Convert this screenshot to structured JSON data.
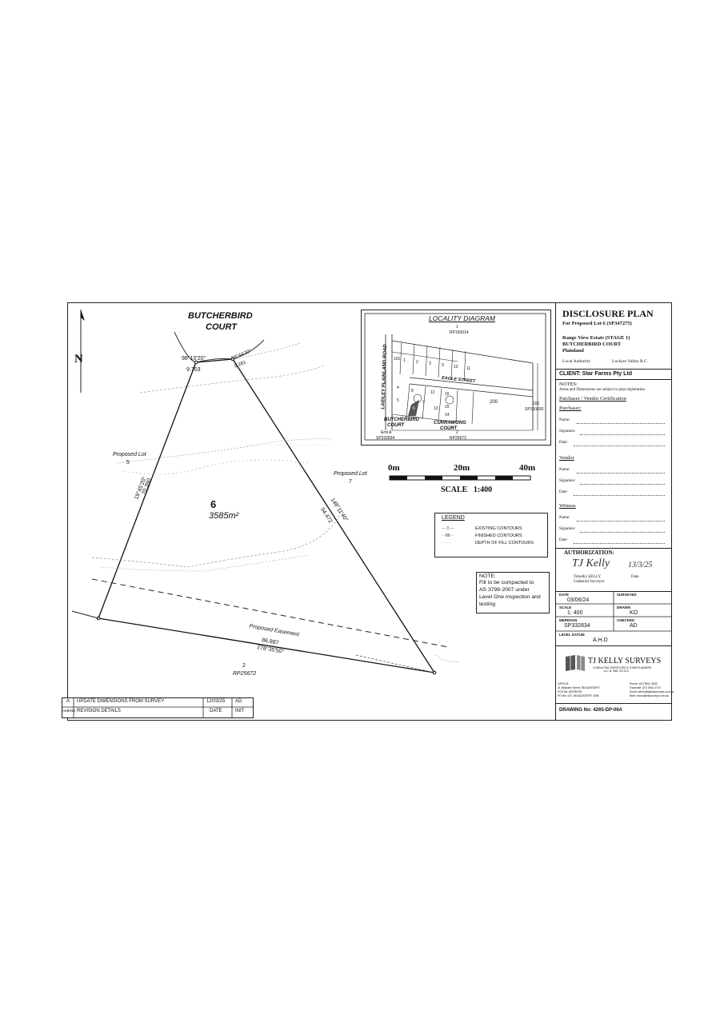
{
  "plan": {
    "road_name_1": "BUTCHERBIRD",
    "road_name_2": "COURT",
    "north_label": "N",
    "bearing_top": "98°10'20\"",
    "dist_top": "9.703",
    "bearing_top2": "58°44'20\"",
    "dist_top2": "5.281",
    "lot_number": "6",
    "lot_area": "3585m²",
    "prop_lot5_label": "Proposed Lot",
    "prop_lot5_num": "5",
    "prop_lot7_label": "Proposed Lot",
    "prop_lot7_num": "7",
    "left_bearing": "19°45'20\"",
    "left_dist": "70.390",
    "right_bearing": "148°11'40\"",
    "right_dist": "94.472",
    "easement_label": "Proposed Easement",
    "bottom_dist": "86.887",
    "bottom_bearing": "278°35'50\"",
    "lot2_num": "2",
    "lot2_plan": "RP25672"
  },
  "locality": {
    "title": "LOCALITY DIAGRAM",
    "lot1": "1",
    "lot1_plan": "RP150914",
    "road_vertical": "LAIDLEY PLAINLAND ROAD",
    "street": "EAGLE STREET",
    "lot101": "101",
    "lot200": "200",
    "lot101b": "101",
    "lot101b_plan": "SP150830",
    "butcherbird": "BUTCHERBIRD",
    "court1": "COURT",
    "currawong": "CURRAWONG",
    "court2": "COURT",
    "ementa": "Emt A",
    "ementa_plan": "SP332834",
    "lot2": "2",
    "lot2_plan": "RP25672",
    "small_lots": [
      "1",
      "2",
      "3",
      "9",
      "10",
      "11",
      "4",
      "8",
      "12",
      "16",
      "5",
      "7",
      "13",
      "15",
      "6",
      "14"
    ]
  },
  "scale": {
    "t0": "0m",
    "t20": "20m",
    "t40": "40m",
    "label": "SCALE   1:400"
  },
  "legend": {
    "title": "LEGEND",
    "items": [
      "EXISTING CONTOURS",
      "FINISHED CONTOURS",
      "DEPTH OF FILL CONTOURS"
    ],
    "item_marks": [
      "— 8 —",
      "- -88- -",
      "- - - -"
    ]
  },
  "note": {
    "lines": [
      "NOTE:",
      "Fill to be compacted to",
      "AS 3798-2007 under",
      "Level One inspection and",
      "testing"
    ]
  },
  "revisions": {
    "row_rev": "A",
    "row_desc": "UPDATE DIMENSIONS FROM SURVEY",
    "row_date": "12/03/25",
    "row_init": "AD",
    "head_rev": "AMEND",
    "head_desc": "REVISION DETAILS",
    "head_date": "DATE",
    "head_init": "INIT"
  },
  "titleblock": {
    "title": "DISCLOSURE PLAN",
    "subtitle": "For Proposed Lot 6 (SP347275)",
    "estate": "Range View Estate (STAGE 1)",
    "street": "BUTCHERBIRD COURT",
    "locality": "Plainland",
    "la_label": "Local Authority",
    "la_value": "Lockyer Valley R.C",
    "client": "CLIENT: Star Farms Pty Ltd",
    "notes_label": "NOTES:",
    "notes_text": "Areas and Dimensions are subject to plan registration",
    "cert_label": "Purchaser / Vendor Certification",
    "purchaser": "Purchaser:",
    "vendor": "Vendor",
    "witness": "Witness",
    "name": "Name:",
    "signature": "Signature:",
    "date": "Date:",
    "auth_label": "AUTHORIZATION:",
    "auth_signature": "TJ Kelly",
    "auth_date": "13/3/25",
    "surveyor_name": "Timothy KELLY",
    "surveyor_role": "Cadastral Surveyor",
    "date_label": "Date",
    "date_head": "DATE",
    "date_value": "03/06/24",
    "surveyed_head": "SURVEYED",
    "surveyed_value": "",
    "scale_head": "SCALE",
    "scale_value": "1: 400",
    "drawn_head": "DRAWN",
    "drawn_value": "KO",
    "meridian_head": "MERIDIAN",
    "meridian_value": "SP332834",
    "checked_head": "CHECKED",
    "checked_value": "AD",
    "datum_head": "LEVEL DATUM",
    "datum_value": "A.H.D",
    "company": "TJ KELLY SURVEYS",
    "company_sub": "CONSULTING SURVEYORS & TOWN PLANNERS",
    "company_abn": "A.C.N. 068 723 013",
    "office_label": "OFFICE:",
    "office_lines": [
      "31 Brisbane Street, BEAUDESERT",
      "POSTAL ADDRESS:",
      "PO Box 137, BEAUDESERT 4285"
    ],
    "contact_lines": [
      "Phone: (07) 5541 4553",
      "Facsimile: (07) 5541 4747",
      "Email: admin@tjkellysurveys.com.au",
      "Web: www.tjkellysurveys.com.au"
    ],
    "drawing_no": "DRAWING No: 4265-DP-06A"
  }
}
